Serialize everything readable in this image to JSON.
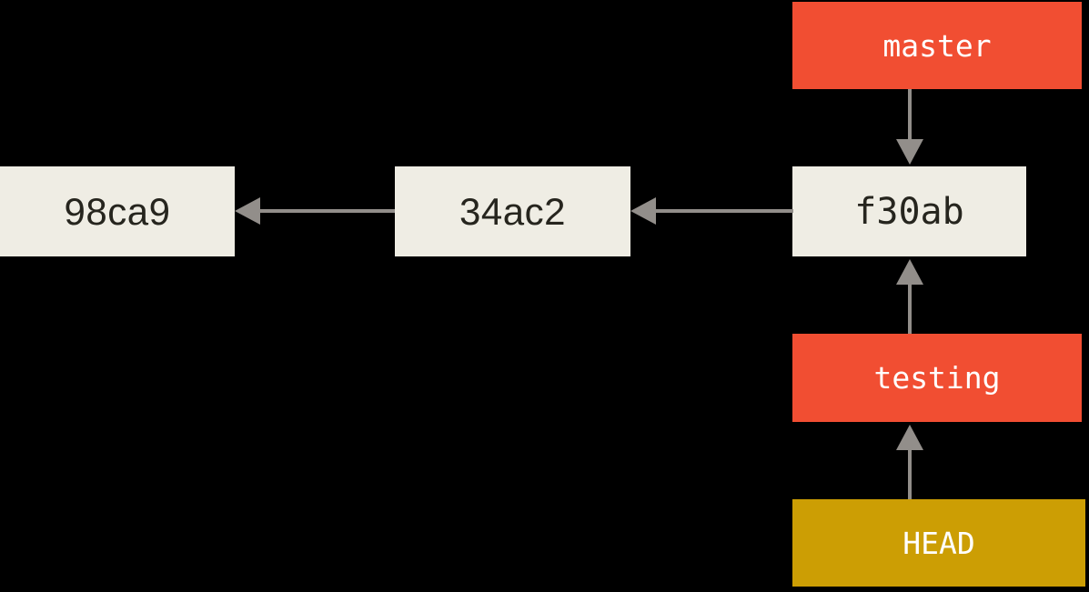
{
  "title": "Git diagram: HEAD pointing to the testing branch",
  "colors": {
    "background": "#000000",
    "commit_box": "#EFEDE4",
    "branch_box": "#F14E32",
    "head_box": "#CC9E04",
    "arrow": "#928E8A",
    "commit_text": "#26251E",
    "label_text": "#FFFFFF"
  },
  "commits": [
    {
      "id": "98ca9"
    },
    {
      "id": "34ac2"
    },
    {
      "id": "f30ab"
    }
  ],
  "refs": {
    "master": {
      "label": "master",
      "points_to": "f30ab"
    },
    "testing": {
      "label": "testing",
      "points_to": "f30ab"
    },
    "head": {
      "label": "HEAD",
      "points_to": "testing"
    }
  },
  "edges": [
    {
      "from": "34ac2",
      "to": "98ca9",
      "direction": "left"
    },
    {
      "from": "f30ab",
      "to": "34ac2",
      "direction": "left"
    },
    {
      "from": "master",
      "to": "f30ab",
      "direction": "down"
    },
    {
      "from": "testing",
      "to": "f30ab",
      "direction": "up"
    },
    {
      "from": "HEAD",
      "to": "testing",
      "direction": "up"
    }
  ]
}
